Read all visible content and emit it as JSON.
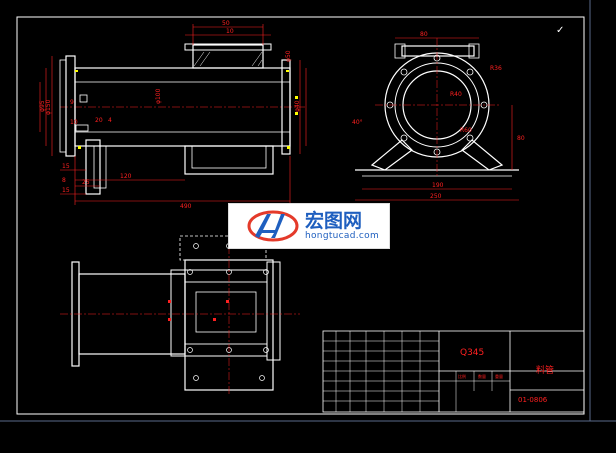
{
  "drawing": {
    "dims_front": {
      "top_len": "50",
      "top_small": "10",
      "right_top": "φ50",
      "right_mid": "φ40",
      "left_big": "φ150",
      "left_small": "φ95",
      "bore": "φ100",
      "left_r1": "9",
      "left_r2": "10",
      "mid_a": "20",
      "mid_b": "4",
      "bottom_total": "490",
      "bottom_seg1": "25",
      "bottom_seg2": "120",
      "left_low1": "15",
      "left_low2": "8",
      "left_low3": "15"
    },
    "dims_side": {
      "top_left": "80",
      "top_right": "R36",
      "r_inner": "R40",
      "r_outer": "R60",
      "left_angle": "40°",
      "right_h": "80",
      "base1": "190",
      "base2": "250"
    },
    "material": "Q345",
    "part_name": "料管",
    "drawing_no": "01-0806",
    "scale_labels": [
      "比例",
      "数量",
      "重量"
    ],
    "roughness_corner": "✓"
  },
  "watermark": {
    "name": "宏图网",
    "url": "hongtucad.com"
  },
  "colors": {
    "background": "#000000",
    "outline": "#ffffff",
    "dimension": "#ff2020",
    "centerline": "#ffff00",
    "hidden": "#00ffff"
  }
}
